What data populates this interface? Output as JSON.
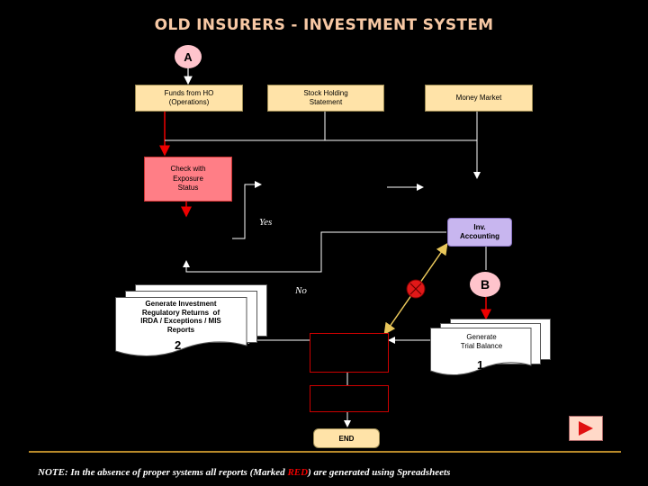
{
  "title": "OLD INSURERS - INVESTMENT SYSTEM",
  "connector_a": "A",
  "connector_b": "B",
  "boxes": {
    "funds": "Funds from HO\n(Operations)",
    "stock": "Stock Holding\nStatement",
    "money": "Money Market",
    "check": "Check with\nExposure\nStatus",
    "inv": "Inv.\nAccounting",
    "end": "END"
  },
  "labels": {
    "yes": "Yes",
    "no": "No"
  },
  "reports": {
    "regulatory": {
      "text": "Generate Investment\nRegulatory Returns  of\nIRDA / Exceptions / MIS\nReports",
      "number": "2"
    },
    "trial": {
      "text": "Generate\nTrial Balance",
      "number": "1"
    }
  },
  "note": {
    "prefix": "NOTE: In the absence of proper systems all reports (Marked ",
    "red": "RED",
    "suffix": ") are generated using Spreadsheets"
  },
  "colors": {
    "background": "#000000",
    "title": "#f7c8a4",
    "red": "#ff0000",
    "connector": "#ffc4cc"
  }
}
